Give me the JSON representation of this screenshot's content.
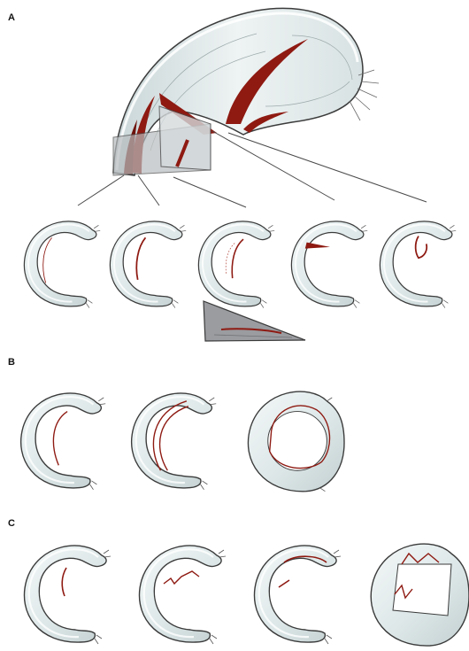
{
  "panels": {
    "a": {
      "label": "A"
    },
    "b": {
      "label": "B"
    },
    "c": {
      "label": "C"
    }
  },
  "colors": {
    "tissue_fill": "#e6eeee",
    "tissue_shade": "#b9c7c7",
    "outline": "#3b3b3b",
    "tear": "#8e1a12",
    "section_gray": "#9a9ca0",
    "background": "#ffffff"
  }
}
